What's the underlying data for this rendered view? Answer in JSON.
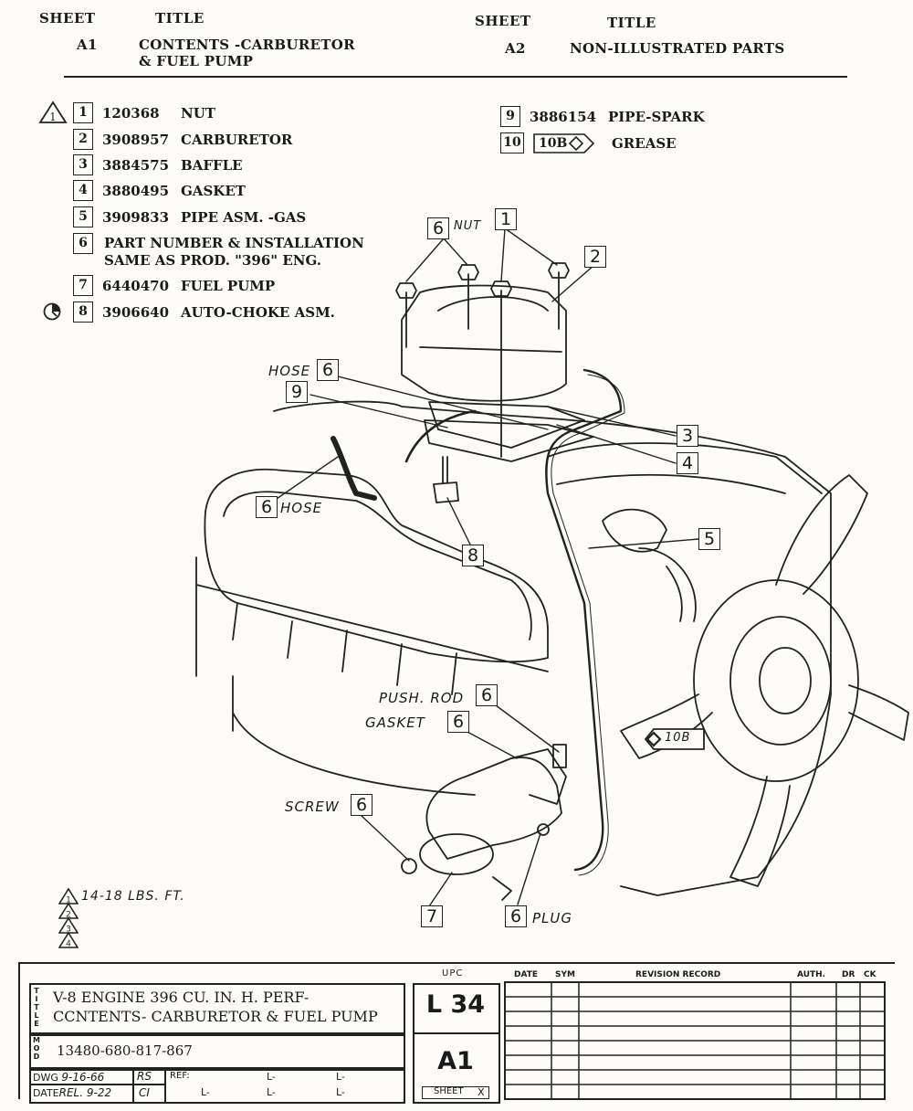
{
  "header": {
    "left": {
      "sheet_label": "SHEET",
      "title_label": "TITLE",
      "sheet": "A1",
      "title_line1": "CONTENTS -CARBURETOR",
      "title_line2": "& FUEL PUMP"
    },
    "right": {
      "sheet_label": "SHEET",
      "title_label": "TITLE",
      "sheet": "A2",
      "title": "NON-ILLUSTRATED PARTS"
    }
  },
  "parts": [
    {
      "index": "1",
      "part_number": "120368",
      "description": "NUT",
      "note_symbol": "torque-triangle-1"
    },
    {
      "index": "2",
      "part_number": "3908957",
      "description": "CARBURETOR"
    },
    {
      "index": "3",
      "part_number": "3884575",
      "description": "BAFFLE"
    },
    {
      "index": "4",
      "part_number": "3880495",
      "description": "GASKET"
    },
    {
      "index": "5",
      "part_number": "3909833",
      "description": "PIPE ASM. -GAS"
    },
    {
      "index": "6",
      "part_number": "",
      "description_line1": "PART NUMBER & INSTALLATION",
      "description_line2": "SAME AS PROD. \"396\" ENG."
    },
    {
      "index": "7",
      "part_number": "6440470",
      "description": "FUEL PUMP"
    },
    {
      "index": "8",
      "part_number": "3906640",
      "description": "AUTO-CHOKE ASM.",
      "note_symbol": "clock-symbol"
    },
    {
      "index": "9",
      "part_number": "3886154",
      "description": "PIPE-SPARK"
    },
    {
      "index": "10",
      "part_number": "10B",
      "description": "GREASE"
    }
  ],
  "diagram": {
    "callouts": {
      "nut_6": "6",
      "nut_label": "NUT",
      "c1": "1",
      "c2": "2",
      "hose_top_label": "HOSE",
      "hose_top_6": "6",
      "c9": "9",
      "c3": "3",
      "c4": "4",
      "c5": "5",
      "hose_left_6": "6",
      "hose_left_label": "HOSE",
      "c8": "8",
      "pushrod_label": "PUSH. ROD",
      "pushrod_6": "6",
      "gasket_label": "GASKET",
      "gasket_6": "6",
      "screw_label": "SCREW",
      "screw_6": "6",
      "c7": "7",
      "plug_6": "6",
      "plug_label": "PLUG",
      "grease_tag": "10B"
    },
    "torque_notes": [
      {
        "symbol": "1",
        "text": "14-18 LBS. FT."
      },
      {
        "symbol": "2",
        "text": ""
      },
      {
        "symbol": "3",
        "text": ""
      },
      {
        "symbol": "4",
        "text": ""
      }
    ]
  },
  "title_block": {
    "title_side_label": "TITLE",
    "title_line1": "V-8 ENGINE 396 CU. IN. H. PERF-",
    "title_line2": "CCNTENTS- CARBURETOR & FUEL PUMP",
    "mod_side_label": "MOD",
    "mod_value": "13480-680-817-867",
    "dwg_label": "DWG",
    "dwg_date": "9-16-66",
    "dwg_initials": "RS",
    "date_label": "DATE",
    "rel_date": "REL. 9-22",
    "rel_initials": "CI",
    "ref_label": "REF:",
    "ref_cells": [
      "L-",
      "L-",
      "L-",
      "L-",
      "L-"
    ],
    "upc_label": "UPC",
    "upc_value": "L 34",
    "sheet_value": "A1",
    "sheet_label": "SHEET",
    "sheet_mark": "X",
    "revision_headers": {
      "date": "DATE",
      "sym": "SYM",
      "record": "REVISION RECORD",
      "auth": "AUTH.",
      "dr": "DR",
      "ck": "CK"
    }
  }
}
